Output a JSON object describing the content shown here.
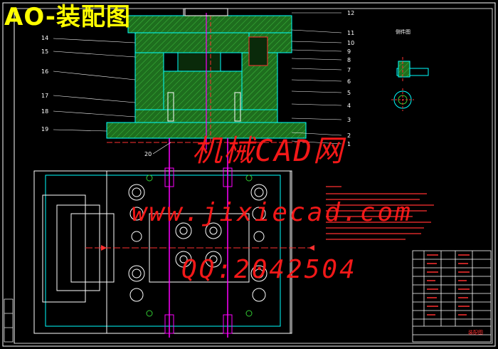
{
  "title": "AO-装配图",
  "watermark": {
    "name": "机械CAD网",
    "url": "www.jixiecad.com",
    "qq": "QQ:2042504"
  },
  "part_view_title": "侧件图",
  "title_block_label": "装配图",
  "callouts_left": [
    "14",
    "15",
    "16",
    "17",
    "18",
    "19",
    "20"
  ],
  "callouts_right": [
    "12",
    "11",
    "10",
    "9",
    "8",
    "7",
    "6",
    "5",
    "4",
    "3",
    "2",
    "1"
  ],
  "colors": {
    "background": "#000000",
    "mold_fill": "#1f7a1f",
    "hatch": "#33aa33",
    "outline": "#00ffff",
    "pin": "#ff00ff",
    "dimension": "#ff3030",
    "title": "#ffff00",
    "watermark": "#ff1a1a"
  }
}
